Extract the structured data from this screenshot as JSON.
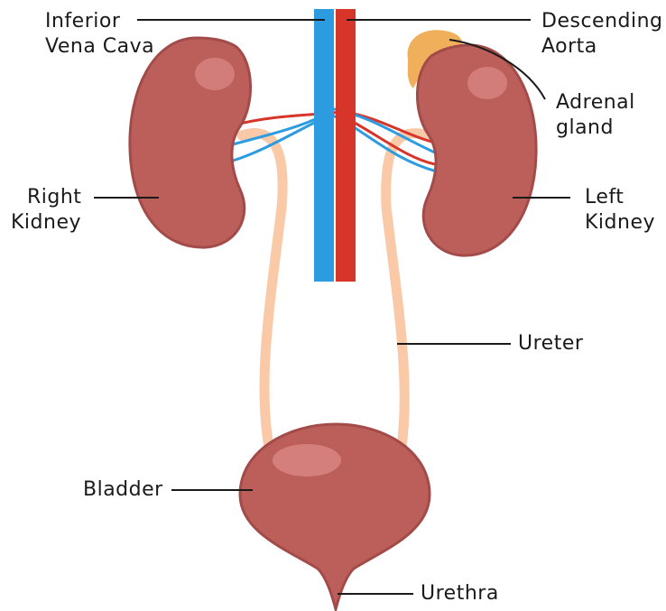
{
  "labels": {
    "inferior_vena_cava": [
      "Inferior",
      "Vena Cava"
    ],
    "descending_aorta": [
      "Descending",
      "Aorta"
    ],
    "adrenal_gland": [
      "Adrenal",
      "gland"
    ],
    "right_kidney": [
      "Right",
      "Kidney"
    ],
    "left_kidney": [
      "Left",
      "Kidney"
    ],
    "ureter": "Ureter",
    "bladder": "Bladder",
    "urethra": "Urethra"
  },
  "colors": {
    "organ": "#bc5f5b",
    "organ_dark": "#a34b49",
    "organ_highlight": "#d88582",
    "vein": "#2d9be0",
    "artery": "#d8352a",
    "ureter": "#f9c9a8",
    "adrenal": "#f0b05b",
    "leader_line": "#1a1a1a"
  }
}
